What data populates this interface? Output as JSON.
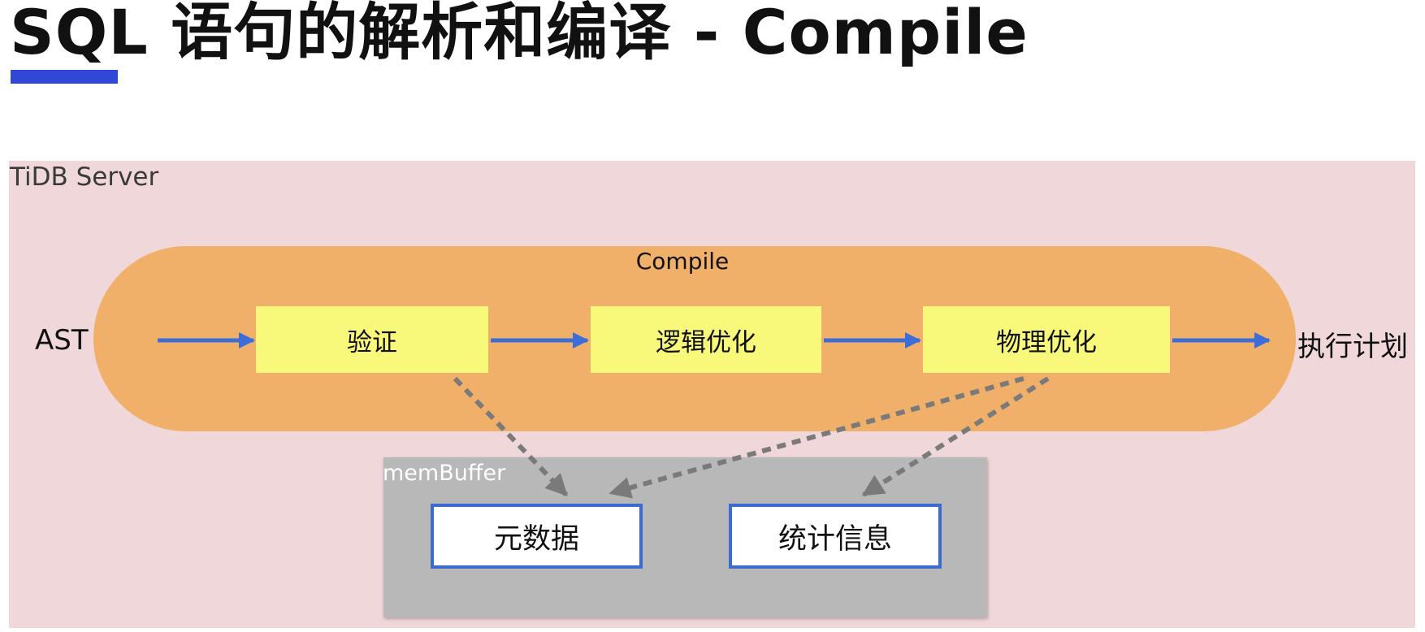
{
  "title": "SQL 语句的解析和编译 - Compile",
  "server_label": "TiDB Server",
  "compile_label": "Compile",
  "input_label": "AST",
  "output_label": "执行计划",
  "steps": [
    "验证",
    "逻辑优化",
    "物理优化"
  ],
  "membuffer_label": "memBuffer",
  "stores": [
    "元数据",
    "统计信息"
  ],
  "colors": {
    "accent_bar": "#3246d8",
    "server_bg": "#f0d7da",
    "compile_bg": "#f1b06a",
    "step_bg": "#f8f97a",
    "membuffer_bg": "#b8b8b8",
    "store_border": "#3c6bd0",
    "flow_arrow": "#3d6ed8",
    "lookup_arrow": "#7a7a7a"
  }
}
